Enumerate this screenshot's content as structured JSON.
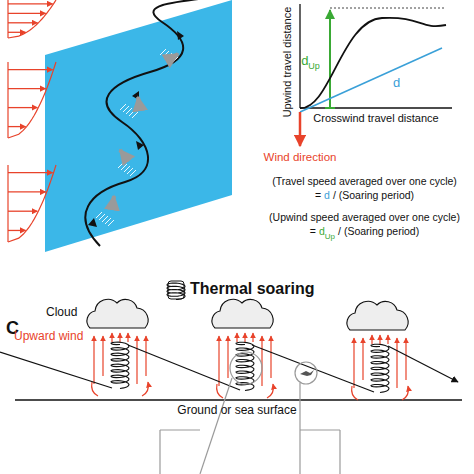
{
  "diagram": {
    "labels": [
      "Upwind travel distance",
      "d",
      "Up",
      "Crosswind travel distance",
      "d",
      "Wind direction",
      "(Travel speed averaged over one cycle)",
      "=",
      "d",
      "/ (Soaring period)",
      "(Upwind speed averaged over one cycle)",
      "=",
      "d",
      "Up",
      "/ (Soaring period)",
      "Thermal soaring",
      "C",
      "Cloud",
      "Upward wind",
      "Ground or sea surface"
    ]
  }
}
